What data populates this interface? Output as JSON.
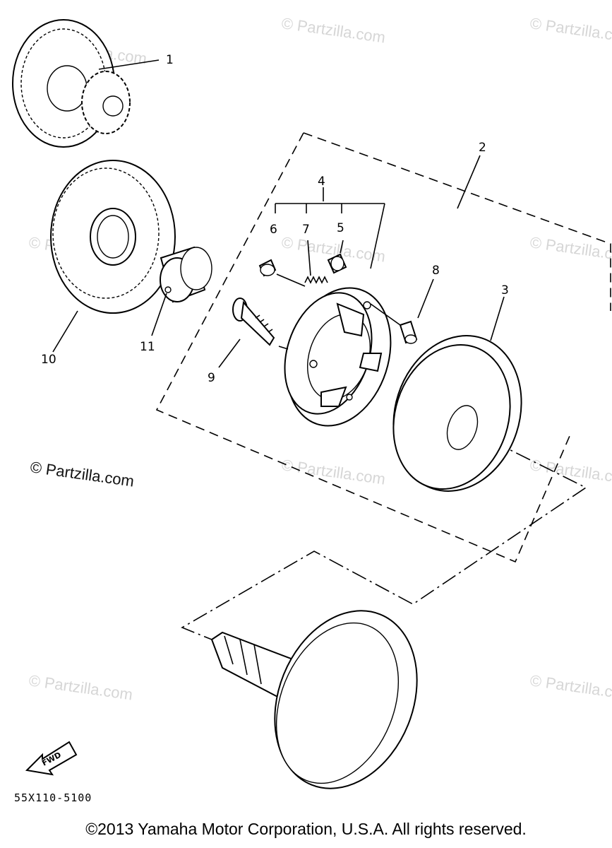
{
  "callouts": {
    "c1": "1",
    "c2": "2",
    "c3": "3",
    "c4": "4",
    "c5": "5",
    "c6": "6",
    "c7": "7",
    "c8": "8",
    "c9": "9",
    "c10": "10",
    "c11": "11"
  },
  "watermark_text": "© Partzilla.com",
  "diagram_code": "55X110-5100",
  "fwd_label": "FWD",
  "copyright": "©2013  Yamaha Motor Corporation, U.S.A. All rights reserved."
}
